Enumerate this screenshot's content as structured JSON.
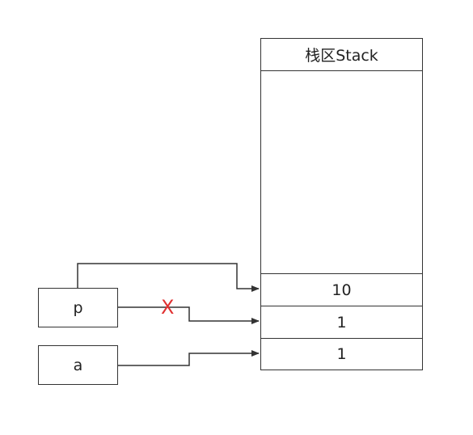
{
  "stack": {
    "title": "栈区Stack",
    "cells": [
      "10",
      "1",
      "1"
    ]
  },
  "variables": {
    "p": "p",
    "a": "a"
  },
  "broken_link_mark": "X",
  "colors": {
    "stroke": "#333333",
    "mark": "#e03030"
  }
}
